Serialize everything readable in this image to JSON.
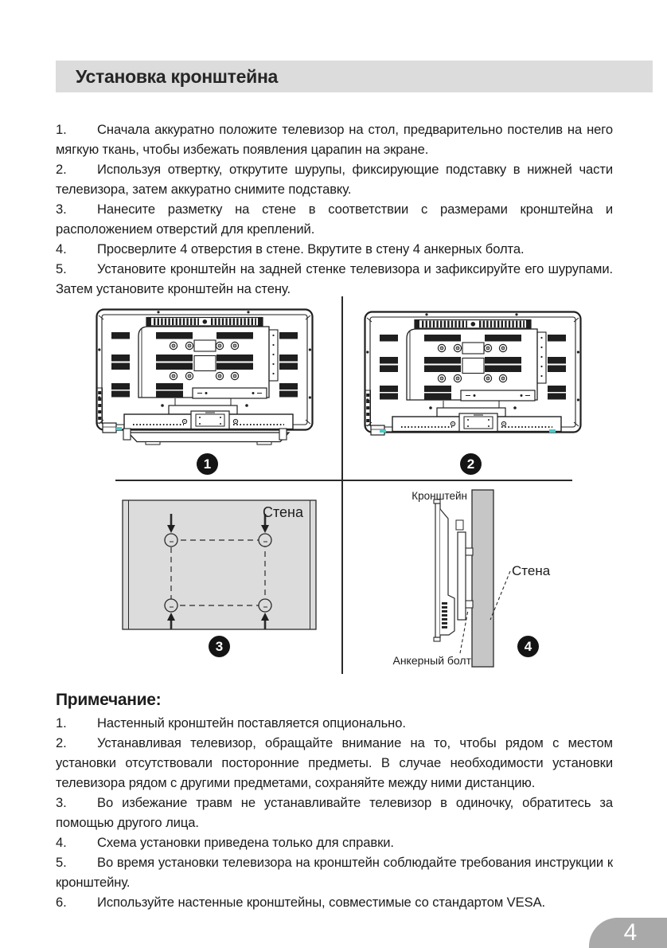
{
  "page": {
    "title": "Установка кронштейна",
    "page_number": "4"
  },
  "instructions": [
    {
      "num": "1.",
      "text": "Сначала аккуратно положите телевизор на стол, предварительно постелив на него мягкую ткань, чтобы избежать появления царапин на экране."
    },
    {
      "num": "2.",
      "text": "Используя отвертку, открутите шурупы, фиксирующие подставку в нижней части телевизора, затем аккуратно снимите подставку."
    },
    {
      "num": "3.",
      "text": "Нанесите разметку на стене в соответствии с размерами кронштейна и расположением отверстий для креплений."
    },
    {
      "num": "4.",
      "text": "Просверлите 4 отверстия в стене. Вкрутите в стену 4 анкерных болта."
    },
    {
      "num": "5.",
      "text": "Установите кронштейн на задней стенке телевизора и зафиксируйте его шурупами. Затем установите кронштейн на стену."
    }
  ],
  "notes": {
    "heading": "Примечание:",
    "items": [
      {
        "num": "1.",
        "text": "Настенный кронштейн поставляется опционально."
      },
      {
        "num": "2.",
        "text": "Устанавливая телевизор, обращайте внимание на то, чтобы рядом с местом установки отсутствовали посторонние предметы. В случае необходимости установки телевизора рядом с другими предметами, сохраняйте между ними дистанцию."
      },
      {
        "num": "3.",
        "text": "Во избежание травм не устанавливайте телевизор в одиночку, обратитесь за помощью другого лица."
      },
      {
        "num": "4.",
        "text": "Схема установки приведена только для справки."
      },
      {
        "num": "5.",
        "text": "Во время установки телевизора на кронштейн соблюдайте требования инструкции к кронштейну."
      },
      {
        "num": "6.",
        "text": "Используйте настенные кронштейны, совместимые со стандартом VESA."
      }
    ]
  },
  "figures": {
    "steps": [
      "1",
      "2",
      "3",
      "4"
    ],
    "fig3": {
      "wall_label": "Стена"
    },
    "fig4": {
      "bracket_label": "Кронштейн",
      "wall_label": "Стена",
      "anchor_label": "Анкерный болт"
    }
  },
  "colors": {
    "header_band": "#dcdcdc",
    "page_badge": "#a9a9a9",
    "wall_fill_light": "#dcdcdc",
    "wall_fill_dark": "#c6c6c6",
    "line": "#1f1f1f",
    "accent_cyan": "#4cc8c8"
  }
}
